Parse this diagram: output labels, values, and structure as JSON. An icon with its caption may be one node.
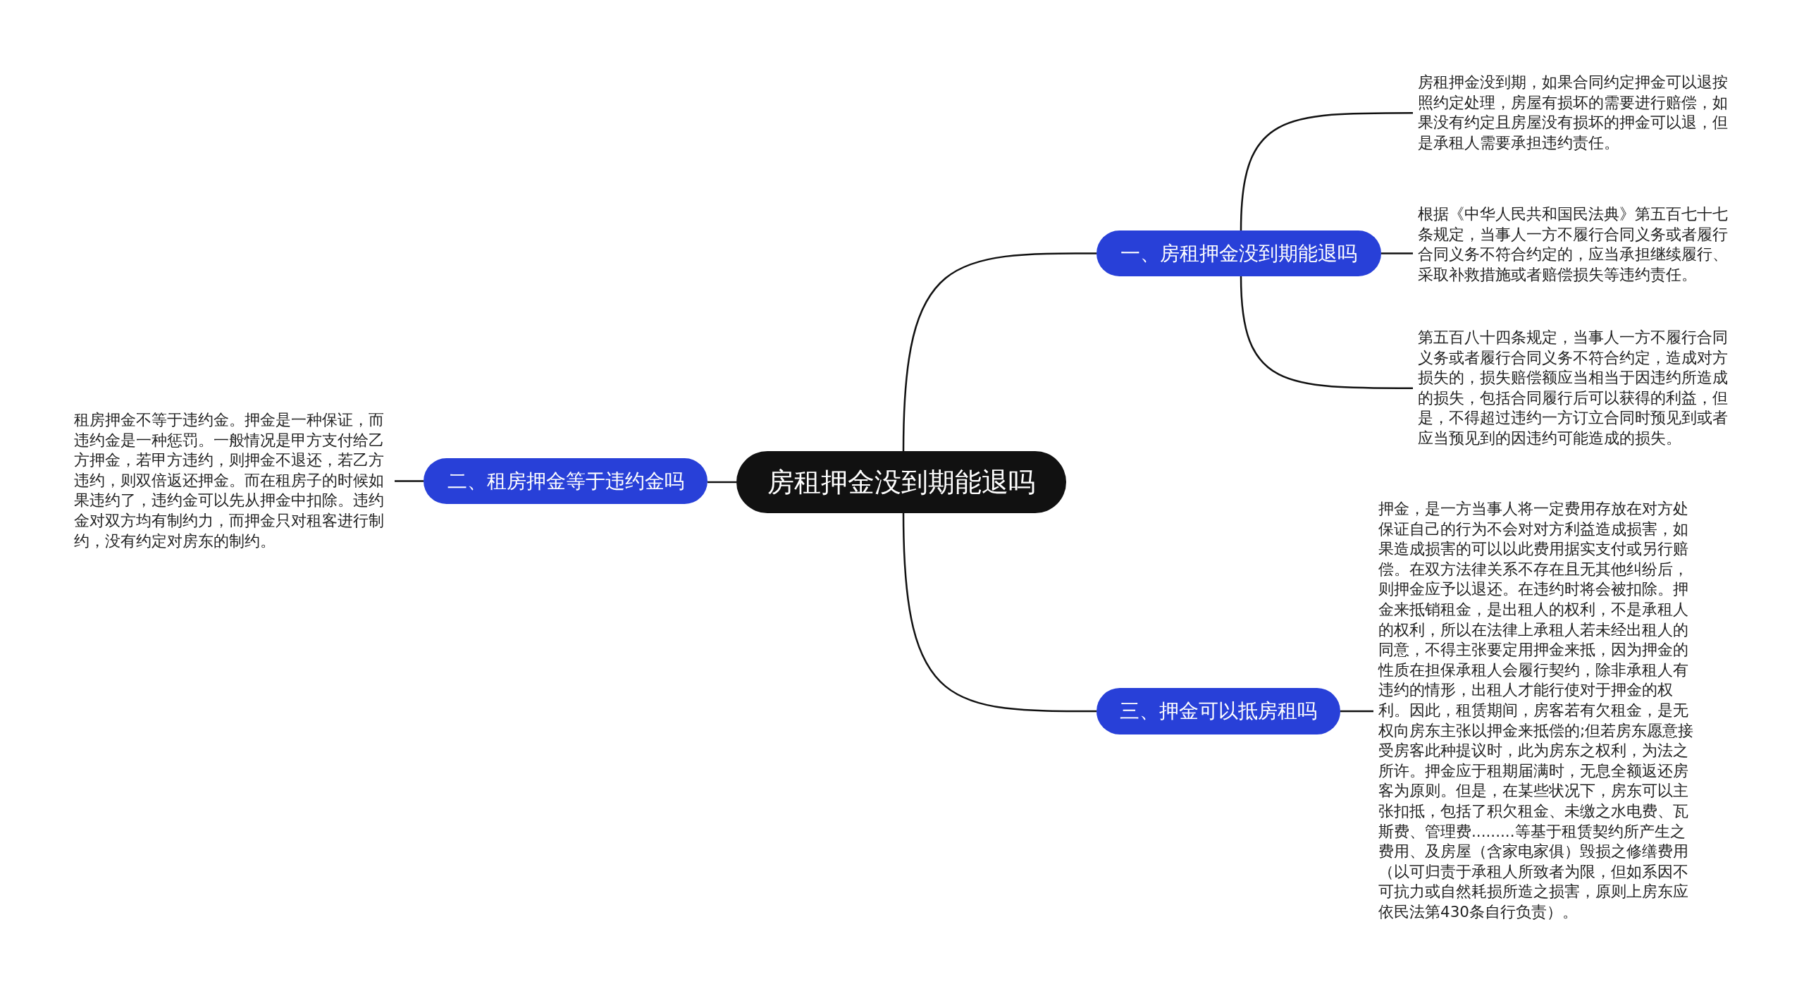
{
  "diagram": {
    "nodes": [
      {
        "text": [
          "房租押金没到期能退吗"
        ]
      },
      {
        "text": [
          "一、房租押金没到期能退吗"
        ]
      },
      {
        "text": [
          "房租押金没到期，如果合同约定押金可以退按照约定处理，房屋有损坏的需要进行赔偿，如果没有约定且房屋没有损坏的押金可以退，但是承租人需要承担违约责任。"
        ]
      },
      {
        "text": [
          "根据《中华人民共和国民法典》第五百七十七条规定，当事人一方不履行合同义务或者履行合同义务不符合约定的，应当承担继续履行、采取补救措施或者赔偿损失等违约责任。"
        ]
      },
      {
        "text": [
          "第五百八十四条规定，当事人一方不履行合同义务或者履行合同义务不符合约定，造成对方损失的，损失赔偿额应当相当于因违约所造成的损失，包括合同履行后可以获得的利益，但是，不得超过违约一方订立合同时预见到或者应当预见到的因违约可能造成的损失。"
        ]
      },
      {
        "text": [
          "二、租房押金等于违约金吗"
        ]
      },
      {
        "text": [
          "租房押金不等于违约金。押金是一种保证，而违约金是一种惩罚。一般情况是甲方支付给乙方押金，若甲方违约，则押金不退还，若乙方违约，则双倍返还押金。而在租房子的时候如果违约了，违约金可以先从押金中扣除。违约金对双方均有制约力，而押金只对租客进行制约，没有约定对房东的制约。"
        ]
      },
      {
        "text": [
          "三、押金可以抵房租吗"
        ]
      },
      {
        "text": [
          "押金，是一方当事人将一定费用存放在对方处保证自己的行为不会对对方利益造成损害，如果造成损害的可以以此费用据实支付或另行赔偿。在双方法律关系不存在且无其他纠纷后，则押金应予以退还。在违约时将会被扣除。押金来抵销租金，是出租人的权利，不是承租人的权利，所以在法律上承租人若未经出租人的同意，不得主张要定用押金来抵，因为押金的性质在担保承租人会履行契约，除非承租人有违约的情形，出租人才能行使对于押金的权利。因此，租赁期间，房客若有欠租金，是无权向房东主张以押金来抵偿的;但若房东愿意接受房客此种提议时，此为房东之权利，为法之所许。押金应于租期届满时，无息全额返还房客为原则。但是，在某些状况下，房东可以主张扣抵，包括了积欠租金、未缴之水电费、瓦斯费、管理费.........等基于租赁契约所产生之费用、及房屋（含家电家俱）毁损之修缮费用（以可归责于承租人所致者为限，但如系因不可抗力或自然耗损所造之损害，原则上房东应依民法第430条自行负责）。"
        ]
      }
    ],
    "edges": [
      {
        "from": 0,
        "to": 1,
        "arrow": "none"
      },
      {
        "from": 1,
        "to": 2,
        "arrow": "none"
      },
      {
        "from": 1,
        "to": 3,
        "arrow": "none"
      },
      {
        "from": 1,
        "to": 4,
        "arrow": "none"
      },
      {
        "from": 0,
        "to": 5,
        "arrow": "none"
      },
      {
        "from": 5,
        "to": 6,
        "arrow": "none"
      },
      {
        "from": 0,
        "to": 7,
        "arrow": "none"
      },
      {
        "from": 7,
        "to": 8,
        "arrow": "none"
      }
    ]
  }
}
